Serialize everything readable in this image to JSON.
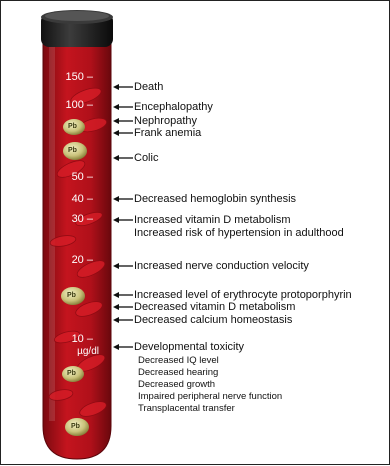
{
  "ticks": [
    {
      "label": "150",
      "value": 150
    },
    {
      "label": "100",
      "value": 100
    },
    {
      "label": "50",
      "value": 50
    },
    {
      "label": "40",
      "value": 40
    },
    {
      "label": "30",
      "value": 30
    },
    {
      "label": "20",
      "value": 20
    },
    {
      "label": "10",
      "value": 10
    }
  ],
  "unit": "µg/dl",
  "pb_label": "Pb",
  "effects": [
    "Death",
    "Encephalopathy",
    "Nephropathy",
    "Frank anemia",
    "Colic",
    "Decreased hemoglobin synthesis",
    "Increased vitamin D metabolism",
    "Increased risk of hypertension in adulthood",
    "Increased nerve conduction velocity",
    "Increased level of erythrocyte protoporphyrin",
    "Decreased vitamin D metabolism",
    "Decreased calcium homeostasis",
    "Developmental toxicity"
  ],
  "developmental_effects": [
    "Decreased IQ level",
    "Decreased hearing",
    "Decreased growth",
    "Impaired peripheral nerve function",
    "Transplacental transfer"
  ],
  "colors": {
    "blood": "#b0101a",
    "cap": "#1a1a1a",
    "text": "#111111",
    "pb_sphere": "#c9c27a"
  }
}
